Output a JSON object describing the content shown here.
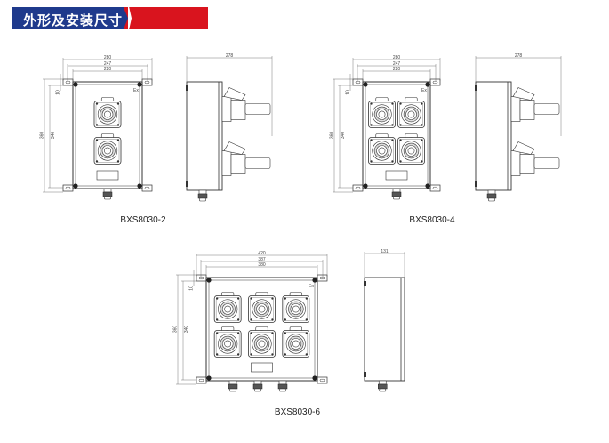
{
  "header": {
    "title": "外形及安装尺寸",
    "colors": {
      "blue": "#1f3a8c",
      "red": "#d9141e"
    }
  },
  "drawings": [
    {
      "model": "BXS8030-2",
      "width_dims": [
        "280",
        "247",
        "220"
      ],
      "height_dims": [
        "360",
        "340",
        "10"
      ],
      "depth_dim": "278",
      "ex_mark": "Ex",
      "cols": 1,
      "rows": 2,
      "glands": 1
    },
    {
      "model": "BXS8030-4",
      "width_dims": [
        "280",
        "247",
        "220"
      ],
      "height_dims": [
        "360",
        "340",
        "10"
      ],
      "depth_dim": "278",
      "ex_mark": "Ex",
      "cols": 2,
      "rows": 2,
      "glands": 1
    },
    {
      "model": "BXS8030-6",
      "width_dims": [
        "420",
        "387",
        "380"
      ],
      "height_dims": [
        "360",
        "340",
        "10"
      ],
      "depth_dim": "131",
      "ex_mark": "Ex",
      "cols": 3,
      "rows": 2,
      "glands": 3
    }
  ]
}
